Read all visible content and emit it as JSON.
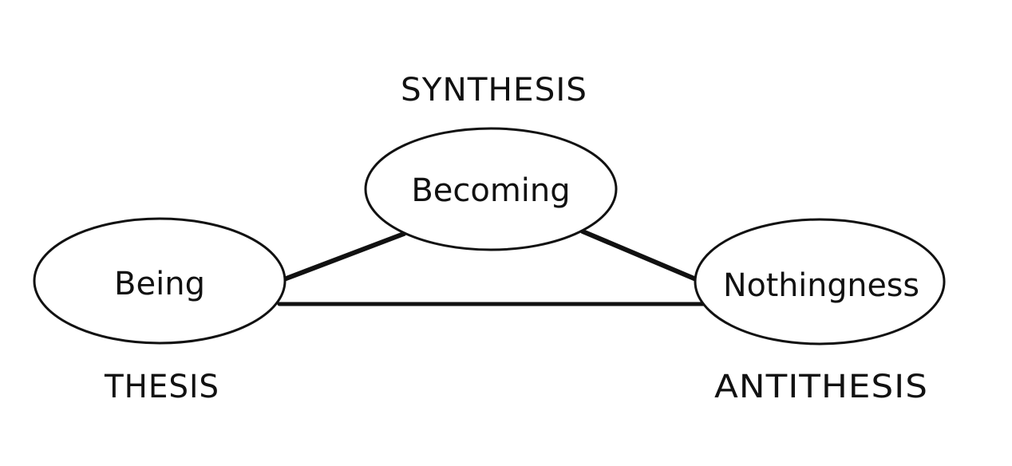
{
  "diagram": {
    "nodes": {
      "becoming": {
        "label": "Becoming",
        "role": "SYNTHESIS"
      },
      "being": {
        "label": "Being",
        "role": "THESIS"
      },
      "nothingness": {
        "label": "Nothingness",
        "role": "ANTITHESIS"
      }
    },
    "colors": {
      "stroke": "#111111",
      "background": "#ffffff"
    }
  }
}
